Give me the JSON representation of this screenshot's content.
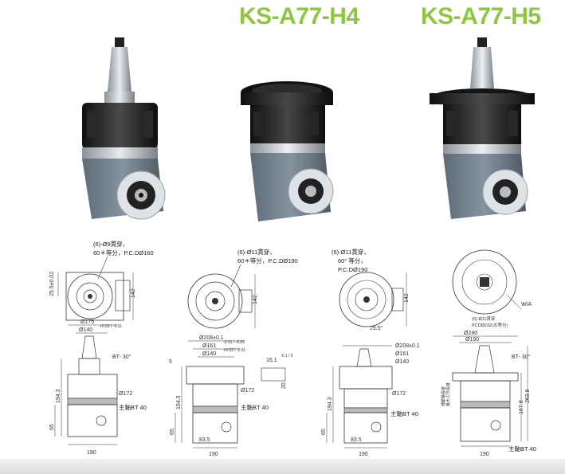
{
  "header": {
    "title_h4": "KS-A77-H4",
    "title_h5": "KS-A77-H5",
    "title_color": "#8dc63f"
  },
  "drawings": {
    "d1": {
      "note_line1": "(6)-Ø9貫穿，",
      "note_line2": "60＊等分，P.C.DØ160",
      "dim_left": "25.5±0.02",
      "dim_right": "142",
      "dim_175": "Ø175",
      "dim_140": "Ø140",
      "dim_140_tol": "+0.03 / -0.01",
      "label_bt": "BT- 30°",
      "dim_172": "Ø172",
      "dim_height": "194.3",
      "dim_65": "65",
      "spindle": "主軸BT 40",
      "dim_190": "190"
    },
    "d2": {
      "note_line1": "(6)-Ø11貫穿，",
      "note_line2": "60＊等分，P.C.DØ190",
      "dim_right": "142",
      "dim_208": "Ø208±0.1",
      "dim_161": "Ø161",
      "dim_161_tol": "-0.01 / -0.03",
      "dim_140": "Ø140",
      "dim_140_tol": "+0.03 / -0.01",
      "dim_5": "5",
      "dim_16": "16.1",
      "dim_16_tol": "-0.1 / 0",
      "dim_20": "20",
      "dim_172": "Ø172",
      "dim_height": "194.3",
      "dim_65": "65",
      "dim_83": "83.5",
      "spindle": "主軸BT 40",
      "dim_190": "190"
    },
    "d3": {
      "note_line1": "(6)-Ø11貫穿，",
      "note_line2": "60° 等分，",
      "note_line3": "P.C.DØ190",
      "dim_right": "142",
      "dim_angle": "25.5°",
      "dim_208": "Ø208±0.1",
      "dim_161": "Ø161",
      "dim_140": "Ø140",
      "dim_172": "Ø172",
      "dim_height": "194.3",
      "dim_65": "65",
      "dim_83": "83.5",
      "spindle": "主軸BT 40",
      "dim_190": "190"
    },
    "d4": {
      "note_line1": "(6)-Ø11貫穿",
      "note_line2": "PCDØ232(五等分)",
      "dim_side": "W/A",
      "dim_240": "Ø240",
      "dim_190": "Ø190",
      "label_bt": "BT- 30°",
      "dim_left1": "傳動軸長度",
      "dim_left2": "最大工作長度",
      "dim_height": "263.8",
      "dim_height2": "167.8",
      "spindle": "主軸BT 40",
      "dim_bottom": "190"
    }
  }
}
